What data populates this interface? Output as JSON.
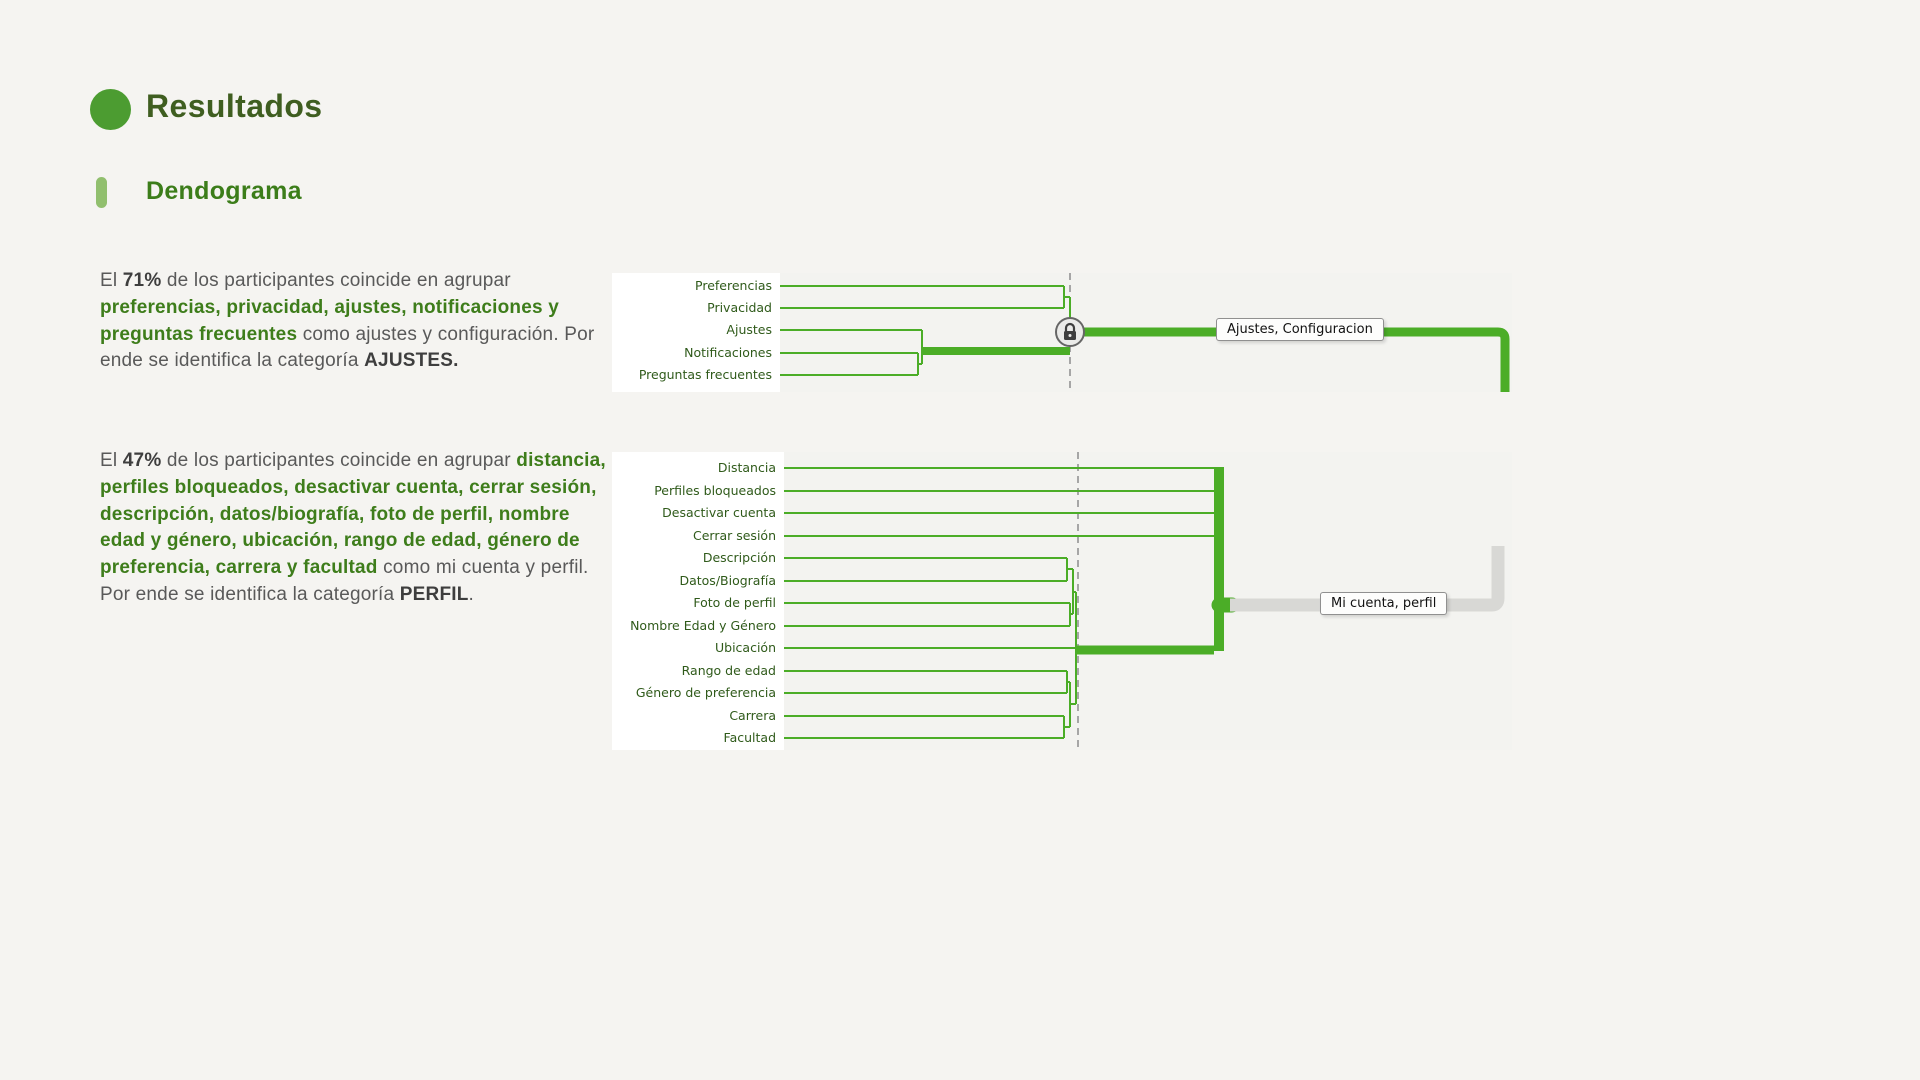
{
  "header": {
    "title": "Resultados"
  },
  "section": {
    "title": "Dendograma"
  },
  "paragraphs": [
    {
      "name": "ajustes",
      "segments": [
        {
          "text": "El ",
          "style": "normal"
        },
        {
          "text": "71%",
          "style": "bold-dark"
        },
        {
          "text": " de los participantes coincide en agrupar ",
          "style": "normal"
        },
        {
          "text": "preferencias, privacidad, ajustes, notificaciones y preguntas frecuentes",
          "style": "bold-green"
        },
        {
          "text": " como ajustes y configuración. Por ende se identifica la categoría ",
          "style": "normal"
        },
        {
          "text": "AJUSTES.",
          "style": "bold-dark"
        }
      ]
    },
    {
      "name": "perfil",
      "segments": [
        {
          "text": "El ",
          "style": "normal"
        },
        {
          "text": "47%",
          "style": "bold-dark"
        },
        {
          "text": " de los participantes coincide en agrupar ",
          "style": "normal"
        },
        {
          "text": "distancia, perfiles bloqueados, desactivar cuenta, cerrar sesión, descripción, datos/biografía, foto de perfil, nombre edad y género, ubicación, rango de edad, género de preferencia, carrera y facultad",
          "style": "bold-green"
        },
        {
          "text": " como mi cuenta y perfil. Por ende se identifica la categoría ",
          "style": "normal"
        },
        {
          "text": "PERFIL",
          "style": "bold-dark"
        },
        {
          "text": ".",
          "style": "normal"
        }
      ]
    }
  ],
  "chart_data": [
    {
      "type": "dendrogram",
      "tooltip": "Ajustes, Configuracion",
      "agreement_pct": 71,
      "category": "AJUSTES",
      "leaves": [
        "Preferencias",
        "Privacidad",
        "Ajustes",
        "Notificaciones",
        "Preguntas frecuentes"
      ],
      "merges": [
        [
          "Preferencias",
          "Privacidad"
        ],
        [
          "Notificaciones",
          "Preguntas frecuentes"
        ],
        [
          "Ajustes",
          "Notificaciones + Preguntas frecuentes"
        ],
        [
          "Preferencias + Privacidad",
          "Ajustes + Notificaciones + Preguntas frecuentes"
        ]
      ],
      "has_lock_handle": true,
      "has_cut_line": true
    },
    {
      "type": "dendrogram",
      "tooltip": "Mi cuenta, perfil",
      "agreement_pct": 47,
      "category": "PERFIL",
      "leaves": [
        "Distancia",
        "Perfiles bloqueados",
        "Desactivar cuenta",
        "Cerrar sesión",
        "Descripción",
        "Datos/Biografía",
        "Foto de perfil",
        "Nombre Edad y Género",
        "Ubicación",
        "Rango de edad",
        "Género de preferencia",
        "Carrera",
        "Facultad"
      ],
      "has_cut_line": true
    }
  ],
  "colors": {
    "background": "#f5f4f1",
    "accent_green": "#4bad27",
    "title_green": "#3f5e20",
    "section_green": "#3c7d1a",
    "link_gray": "#d8d8d5"
  }
}
